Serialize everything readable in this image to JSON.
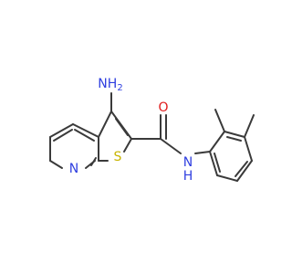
{
  "structure": {
    "labels": {
      "amino": "NH2",
      "amino_n": "N",
      "amino_h": "H",
      "amino_sub": "2",
      "oxygen": "O",
      "sulfur": "S",
      "ring_nitrogen": "N",
      "amide_n": "N",
      "amide_h": "H"
    }
  },
  "colors": {
    "bond": "#3a3a3a",
    "nitrogen": "#2f3fe0",
    "oxygen": "#e01a1a",
    "sulfur": "#c8b400"
  }
}
